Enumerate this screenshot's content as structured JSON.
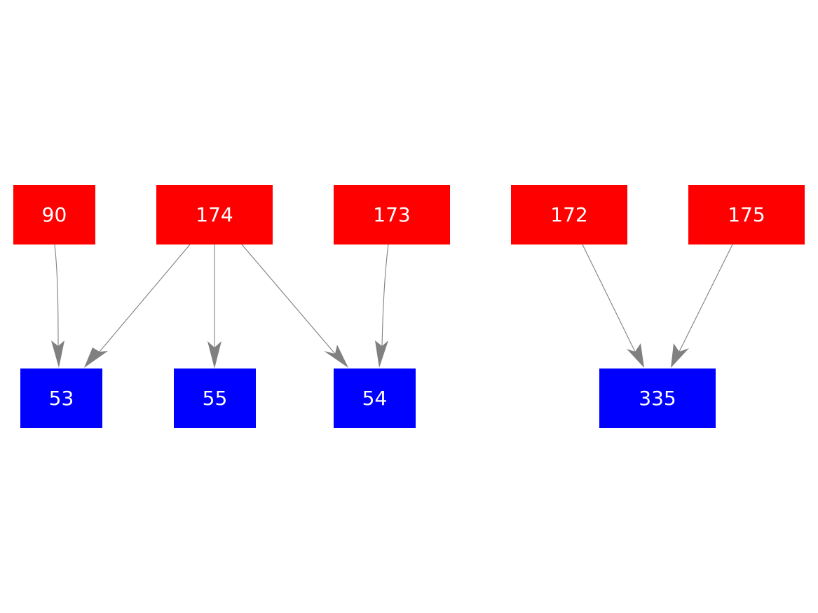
{
  "colors": {
    "source_node": "#ff0000",
    "target_node": "#0000ff",
    "edge": "#808080",
    "label": "#ffffff",
    "background": "#ffffff"
  },
  "nodes": [
    {
      "id": "n90",
      "label": "90",
      "kind": "source"
    },
    {
      "id": "n174",
      "label": "174",
      "kind": "source"
    },
    {
      "id": "n173",
      "label": "173",
      "kind": "source"
    },
    {
      "id": "n172",
      "label": "172",
      "kind": "source"
    },
    {
      "id": "n175",
      "label": "175",
      "kind": "source"
    },
    {
      "id": "n53",
      "label": "53",
      "kind": "target"
    },
    {
      "id": "n55",
      "label": "55",
      "kind": "target"
    },
    {
      "id": "n54",
      "label": "54",
      "kind": "target"
    },
    {
      "id": "n335",
      "label": "335",
      "kind": "target"
    }
  ],
  "edges": [
    {
      "from": "90",
      "to": "53"
    },
    {
      "from": "174",
      "to": "53"
    },
    {
      "from": "174",
      "to": "55"
    },
    {
      "from": "174",
      "to": "54"
    },
    {
      "from": "173",
      "to": "54"
    },
    {
      "from": "172",
      "to": "335"
    },
    {
      "from": "175",
      "to": "335"
    }
  ]
}
